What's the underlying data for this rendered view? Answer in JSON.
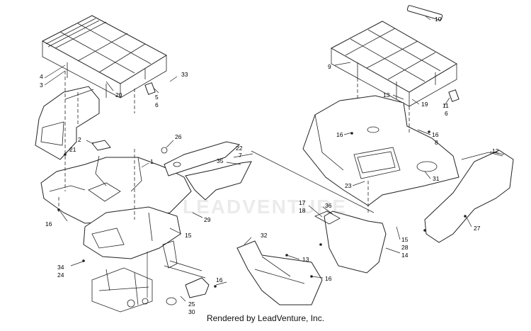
{
  "footer": {
    "credit": "Rendered by LeadVenture, Inc."
  },
  "watermark": {
    "text": "LEADVENTURE"
  },
  "callouts": [
    {
      "id": "c4",
      "label": "4"
    },
    {
      "id": "c3",
      "label": "3"
    },
    {
      "id": "c20",
      "label": "20"
    },
    {
      "id": "c33",
      "label": "33"
    },
    {
      "id": "c5",
      "label": "5"
    },
    {
      "id": "c6a",
      "label": "6"
    },
    {
      "id": "c2",
      "label": "2"
    },
    {
      "id": "c21",
      "label": "21"
    },
    {
      "id": "c26",
      "label": "26"
    },
    {
      "id": "c1",
      "label": "1"
    },
    {
      "id": "c22",
      "label": "22"
    },
    {
      "id": "c7",
      "label": "7"
    },
    {
      "id": "c35",
      "label": "35"
    },
    {
      "id": "c16a",
      "label": "16"
    },
    {
      "id": "c29",
      "label": "29"
    },
    {
      "id": "c15a",
      "label": "15"
    },
    {
      "id": "c34",
      "label": "34"
    },
    {
      "id": "c24",
      "label": "24"
    },
    {
      "id": "c25",
      "label": "25"
    },
    {
      "id": "c30",
      "label": "30"
    },
    {
      "id": "c16b",
      "label": "16"
    },
    {
      "id": "c32",
      "label": "32"
    },
    {
      "id": "c13a",
      "label": "13"
    },
    {
      "id": "c16c",
      "label": "16"
    },
    {
      "id": "c10",
      "label": "10"
    },
    {
      "id": "c9",
      "label": "9"
    },
    {
      "id": "c13b",
      "label": "13"
    },
    {
      "id": "c19",
      "label": "19"
    },
    {
      "id": "c11",
      "label": "11"
    },
    {
      "id": "c6b",
      "label": "6"
    },
    {
      "id": "c16d",
      "label": "16"
    },
    {
      "id": "c16e",
      "label": "16"
    },
    {
      "id": "c8",
      "label": "8"
    },
    {
      "id": "c12",
      "label": "12"
    },
    {
      "id": "c23",
      "label": "23"
    },
    {
      "id": "c31",
      "label": "31"
    },
    {
      "id": "c17",
      "label": "17"
    },
    {
      "id": "c18",
      "label": "18"
    },
    {
      "id": "c36",
      "label": "36"
    },
    {
      "id": "c15b",
      "label": "15"
    },
    {
      "id": "c28",
      "label": "28"
    },
    {
      "id": "c14",
      "label": "14"
    },
    {
      "id": "c27",
      "label": "27"
    }
  ]
}
